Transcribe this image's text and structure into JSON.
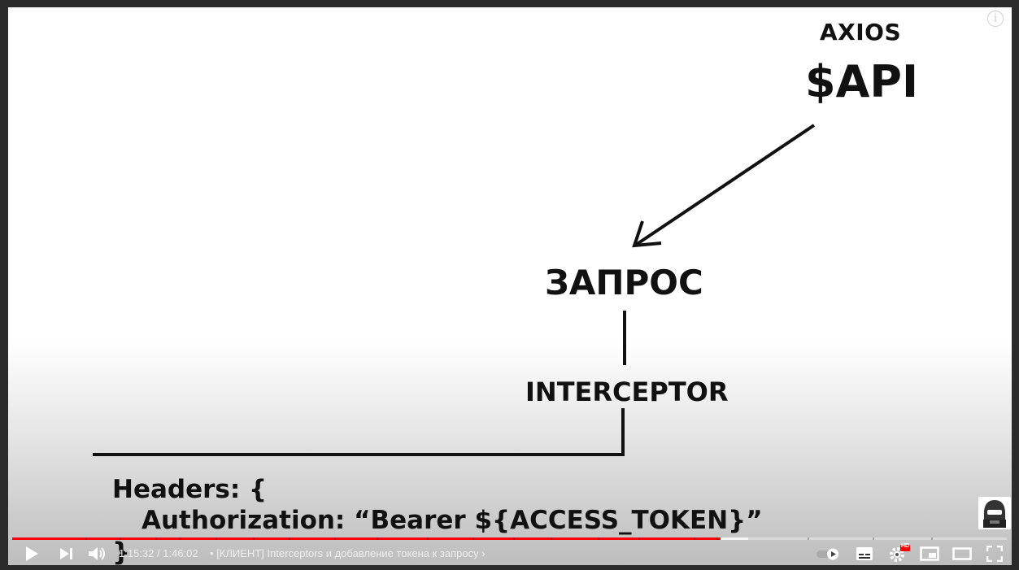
{
  "slide": {
    "axios": "AXIOS",
    "api": "$API",
    "zapros": "ЗАПРОС",
    "interceptor": "INTERCEPTOR",
    "headers_line": "Headers: {",
    "auth_line": "Authorization: “Bearer ${ACCESS_TOKEN}”",
    "brace_close": "}"
  },
  "player": {
    "info_icon": "i",
    "current_time": "1:15:32",
    "separator": "/",
    "duration": "1:46:02",
    "bullet": "•",
    "chapter_title": "[КЛИЕНТ] Interceptors и добавление токена к запросу",
    "chapter_chevron": "›",
    "progress_played": 0.712,
    "progress_buffered": 0.74,
    "hd_badge": "HD",
    "accent_color": "#ff0000",
    "icons": [
      "play-icon",
      "next-icon",
      "volume-icon",
      "autoplay-toggle-icon",
      "subtitles-icon",
      "settings-icon",
      "miniplayer-icon",
      "theater-icon",
      "fullscreen-icon",
      "info-icon",
      "channel-avatar-icon"
    ]
  }
}
